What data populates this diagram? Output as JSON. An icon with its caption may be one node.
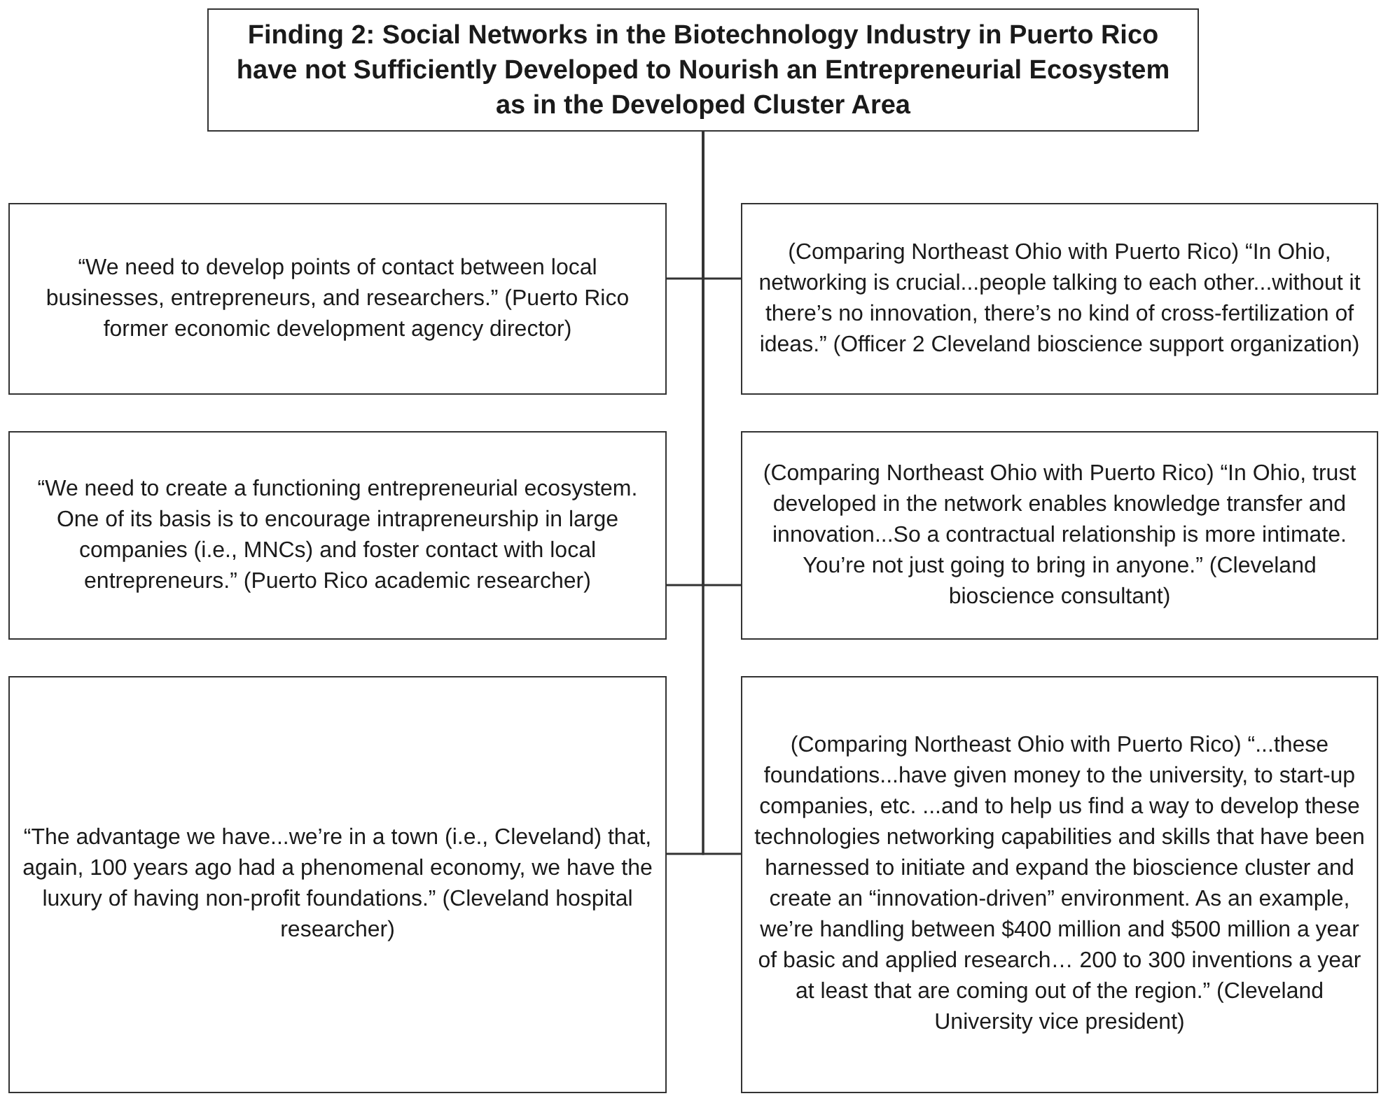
{
  "diagram": {
    "nodes": [
      {
        "text": [
          "Finding 2: Social Networks in the Biotechnology Industry in Puerto Rico have not Sufficiently Developed to Nourish an Entrepreneurial Ecosystem as in the Developed Cluster Area"
        ]
      },
      {
        "text": [
          "“We need to develop points of contact between local businesses, entrepreneurs, and researchers.” (Puerto Rico former economic development agency director)"
        ]
      },
      {
        "text": [
          "(Comparing Northeast Ohio with Puerto Rico) “In Ohio, networking is crucial...people talking to each other...without it there’s no innovation, there’s no kind of cross-fertilization of ideas.” (Officer 2 Cleveland bioscience support organization)"
        ]
      },
      {
        "text": [
          "“We need to create a functioning entrepreneurial ecosystem. One of its basis is to encourage intrapreneurship in large companies (i.e., MNCs) and foster contact with local entrepreneurs.” (Puerto Rico academic researcher)"
        ]
      },
      {
        "text": [
          "(Comparing Northeast Ohio with Puerto Rico) “In Ohio, trust developed in the network enables knowledge transfer and innovation...So a contractual relationship is more intimate. You’re not just going to bring in anyone.” (Cleveland bioscience consultant)"
        ]
      },
      {
        "text": [
          "“The advantage we have...we’re in a town (i.e., Cleveland) that, again, 100 years ago had a phenomenal economy, we have the luxury of having non-profit foundations.” (Cleveland hospital researcher)"
        ]
      },
      {
        "text": [
          "(Comparing Northeast Ohio with Puerto Rico) “...these foundations...have given money to the university, to start-up companies, etc. ...and to help us find a way to develop these technologies networking capabilities and skills that have been harnessed to initiate and expand the bioscience cluster and create an “innovation-driven” environment. As an example, we’re handling between $400 million and $500 million a year of basic and applied research… 200 to 300 inventions a year at least that are coming out of the region.” (Cleveland University vice president)"
        ]
      }
    ],
    "edges": [
      {
        "from": 0,
        "to": 1,
        "arrow": "none"
      },
      {
        "from": 0,
        "to": 2,
        "arrow": "none"
      },
      {
        "from": 0,
        "to": 3,
        "arrow": "none"
      },
      {
        "from": 0,
        "to": 4,
        "arrow": "none"
      },
      {
        "from": 0,
        "to": 5,
        "arrow": "none"
      },
      {
        "from": 0,
        "to": 6,
        "arrow": "none"
      }
    ]
  }
}
